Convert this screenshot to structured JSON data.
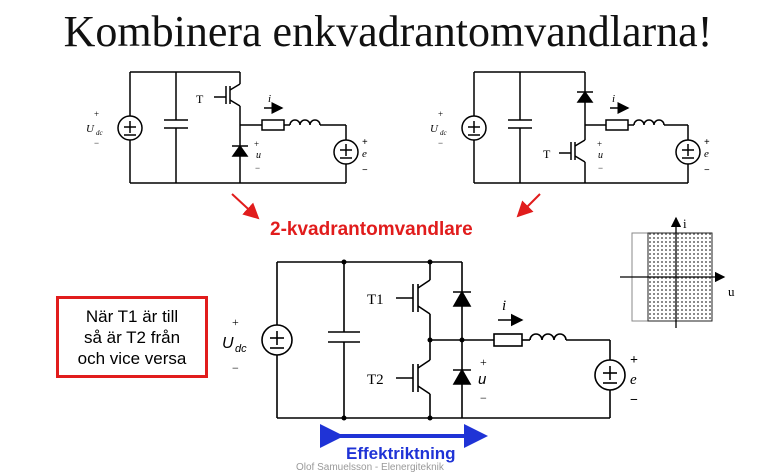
{
  "title": "Kombinera enkvadrantomvandlarna!",
  "middle_label": "2-kvadrantomvandlare",
  "note_lines": [
    "När T1 är till",
    "så är T2 från",
    "och vice versa"
  ],
  "power_direction_label": "Effektriktning",
  "footer": "Olof Samuelsson - Elenergiteknik",
  "circuits": {
    "left": {
      "source": "U",
      "source_sub": "dc",
      "switch": "T",
      "current": "i",
      "voltage": "u",
      "emf": "e"
    },
    "right": {
      "source": "U",
      "source_sub": "dc",
      "switch": "T",
      "current": "i",
      "voltage": "u",
      "emf": "e"
    },
    "bottom": {
      "source": "U",
      "source_sub": "dc",
      "switch_top": "T1",
      "switch_bottom": "T2",
      "current": "i",
      "voltage": "u",
      "emf": "e"
    }
  },
  "quadrant_plot": {
    "x_axis": "u",
    "y_axis": "i"
  },
  "colors": {
    "accent_red": "#e11c1c",
    "accent_blue": "#1f33d6"
  }
}
